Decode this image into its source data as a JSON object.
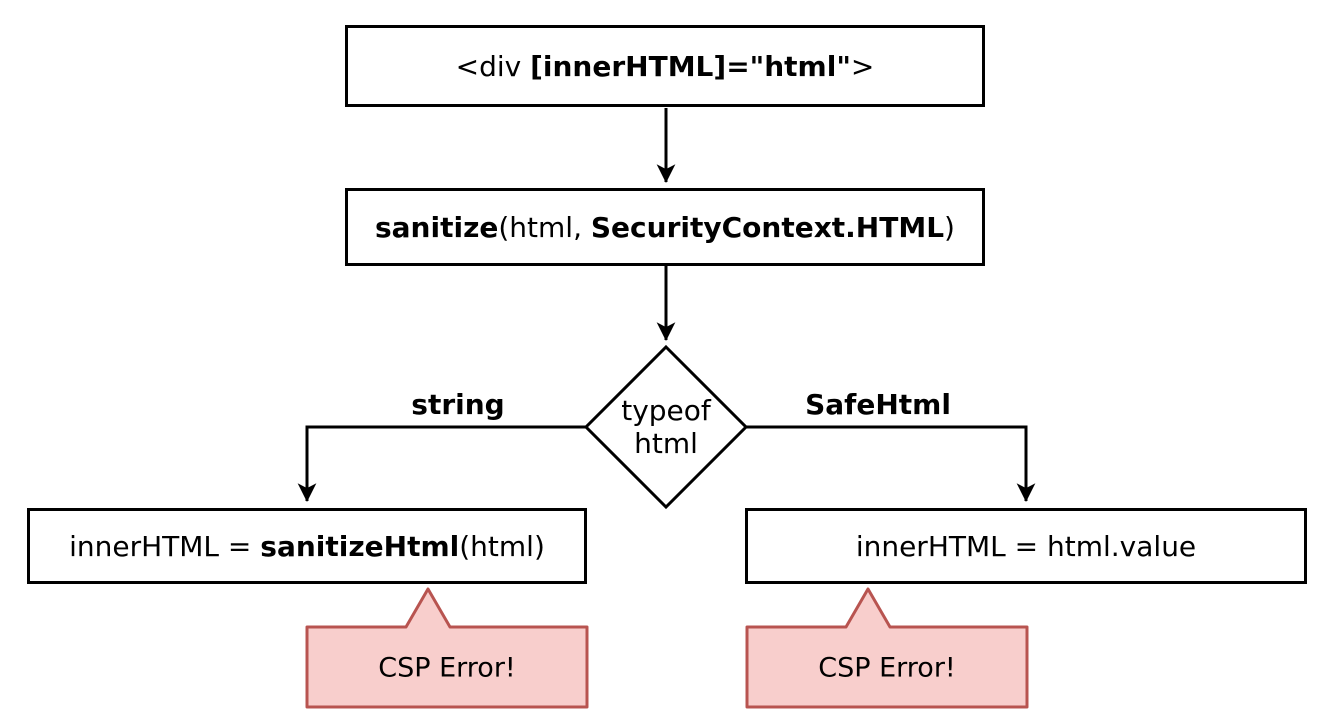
{
  "diagram": {
    "background": "#ffffff",
    "colors": {
      "node_fill": "#ffffff",
      "node_stroke": "#000000",
      "text": "#000000",
      "callout_fill": "#f8cecc",
      "callout_stroke": "#b85450"
    },
    "nodes": {
      "binding": {
        "pre": "<div ",
        "bold": "[innerHTML]=\"html\"",
        "post": ">"
      },
      "sanitize": {
        "bold1": "sanitize",
        "mid": "(html, ",
        "bold2": "SecurityContext.HTML",
        "post": ")"
      },
      "decision": {
        "line1": "typeof",
        "line2": "html"
      },
      "string_result": {
        "pre": "innerHTML = ",
        "bold": "sanitizeHtml",
        "post": "(html)"
      },
      "safehtml_result": {
        "text": "innerHTML = html.value"
      }
    },
    "edges": {
      "string_label": "string",
      "safehtml_label": "SafeHtml"
    },
    "callouts": {
      "left": {
        "text": "CSP Error!"
      },
      "right": {
        "text": "CSP Error!"
      }
    }
  }
}
